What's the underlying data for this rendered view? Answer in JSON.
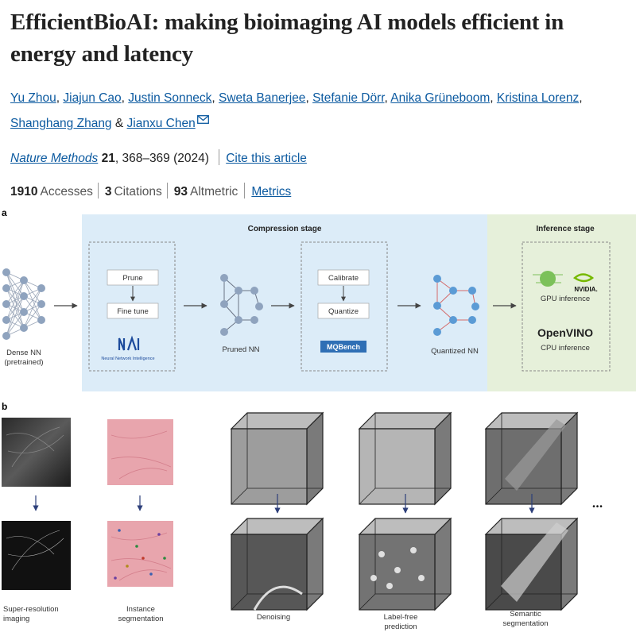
{
  "article": {
    "title": "EfficientBioAI: making bioimaging AI models efficient in energy and latency",
    "authors": [
      "Yu Zhou",
      "Jiajun Cao",
      "Justin Sonneck",
      "Sweta Banerjee",
      "Stefanie Dörr",
      "Anika Grüneboom",
      "Kristina Lorenz",
      "Shanghang Zhang",
      "Jianxu Chen"
    ],
    "and_word": "&",
    "journal": "Nature Methods",
    "volume": "21",
    "pages_year": ", 368–369 (2024)",
    "cite_label": "Cite this article",
    "metrics": [
      {
        "value": "1910",
        "label": "Accesses"
      },
      {
        "value": "3",
        "label": "Citations"
      },
      {
        "value": "93",
        "label": "Altmetric"
      }
    ],
    "metrics_link": "Metrics"
  },
  "figure": {
    "panel_a_label": "a",
    "panel_b_label": "b",
    "compression_stage": "Compression stage",
    "inference_stage": "Inference stage",
    "dense_nn": [
      "Dense NN",
      "(pretrained)"
    ],
    "prune": "Prune",
    "fine_tune": "Fine tune",
    "nni_logo": "Neural Network Intelligence",
    "pruned_nn": "Pruned NN",
    "calibrate": "Calibrate",
    "quantize": "Quantize",
    "mqbench": "MQBench",
    "quantized_nn": "Quantized NN",
    "nvidia": "NVIDIA.",
    "gpu_inference": "GPU inference",
    "openvino": "OpenVINO",
    "cpu_inference": "CPU inference",
    "tasks": [
      [
        "Super-resolution",
        "imaging"
      ],
      [
        "Instance",
        "segmentation"
      ],
      [
        "Denoising"
      ],
      [
        "Label-free",
        "prediction"
      ],
      [
        "Semantic",
        "segmentation"
      ]
    ],
    "ellipsis": "•••",
    "colors": {
      "compression_bg": "#dcecf8",
      "inference_bg": "#e6f0da",
      "node": "#8fa3be",
      "quant_node": "#5b9bd5",
      "quant_edge": "#d46a6a",
      "nvidia_green": "#76b900",
      "link": "#0c5aa0"
    }
  }
}
